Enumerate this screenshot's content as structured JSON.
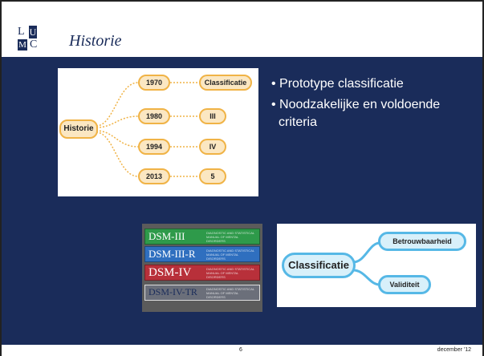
{
  "logo": {
    "l": "L",
    "u": "U",
    "m": "M",
    "c": "C"
  },
  "title": "Historie",
  "timeline": {
    "root": "Historie",
    "years": [
      "1970",
      "1980",
      "1994",
      "2013"
    ],
    "editions": [
      "Classificatie",
      "III",
      "IV",
      "5"
    ]
  },
  "bullets": [
    "Prototype classificatie",
    "Noodzakelijke en voldoende criteria"
  ],
  "books": [
    {
      "name": "DSM-III",
      "sub": "DIAGNOSTIC AND STATISTICAL MANUAL OF MENTAL DISORDERS",
      "color": "#2e9a4a"
    },
    {
      "name": "DSM-III-R",
      "sub": "DIAGNOSTIC AND STATISTICAL MANUAL OF MENTAL DISORDERS",
      "color": "#2f6fbf"
    },
    {
      "name": "DSM-IV",
      "sub": "DIAGNOSTIC AND STATISTICAL MANUAL OF MENTAL DISORDERS",
      "color": "#b8303a"
    },
    {
      "name": "DSM-IV-TR",
      "sub": "DIAGNOSTIC AND STATISTICAL MANUAL OF MENTAL DISORDERS",
      "color": "#6b6f7a"
    }
  ],
  "concept": {
    "center": "Classificatie",
    "top": "Betrouwbaarheid",
    "bottom": "Validiteit"
  },
  "footer": {
    "page": "6",
    "date": "december '12"
  },
  "colors": {
    "navy": "#1a2c5a",
    "orange_border": "#f0b346",
    "orange_fill": "#fbe7c2",
    "blue_border": "#56b8e6",
    "blue_fill": "#d8f0fa"
  }
}
